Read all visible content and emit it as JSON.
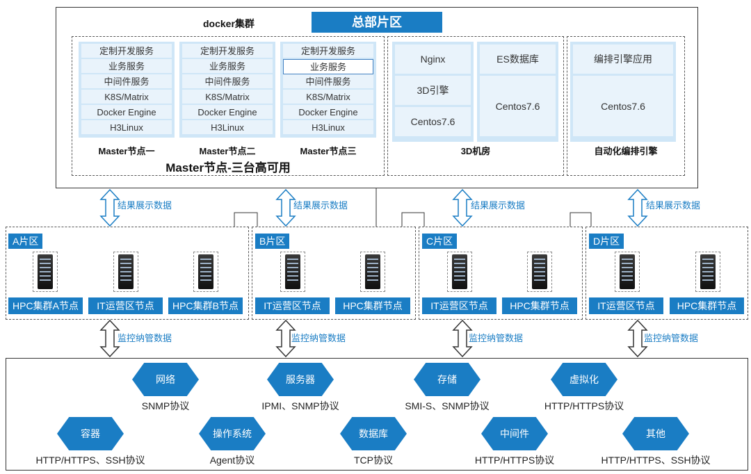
{
  "hq": {
    "title": "总部片区",
    "docker_label": "docker集群",
    "masters": [
      {
        "name": "Master节点一",
        "stack": [
          "定制开发服务",
          "业务服务",
          "中间件服务",
          "K8S/Matrix",
          "Docker Engine",
          "H3Linux"
        ]
      },
      {
        "name": "Master节点二",
        "stack": [
          "定制开发服务",
          "业务服务",
          "中间件服务",
          "K8S/Matrix",
          "Docker Engine",
          "H3Linux"
        ]
      },
      {
        "name": "Master节点三",
        "stack": [
          "定制开发服务",
          "业务服务",
          "中间件服务",
          "K8S/Matrix",
          "Docker Engine",
          "H3Linux"
        ]
      }
    ],
    "master_group_label": "Master节点-三台高可用",
    "room3d": {
      "left": [
        "Nginx",
        "3D引擎",
        "Centos7.6"
      ],
      "right_top": "ES数据库",
      "right_bottom": "Centos7.6",
      "label": "3D机房"
    },
    "orchestration": {
      "top": "编排引擎应用",
      "bottom": "Centos7.6",
      "label": "自动化编排引擎"
    }
  },
  "flow": {
    "result_label": "结果展示数据",
    "monitor_label": "监控纳管数据"
  },
  "zones": [
    {
      "tag": "A片区",
      "nodes": [
        "HPC集群A节点",
        "IT运营区节点",
        "HPC集群B节点"
      ]
    },
    {
      "tag": "B片区",
      "nodes": [
        "IT运营区节点",
        "HPC集群节点"
      ]
    },
    {
      "tag": "C片区",
      "nodes": [
        "IT运营区节点",
        "HPC集群节点"
      ]
    },
    {
      "tag": "D片区",
      "nodes": [
        "IT运营区节点",
        "HPC集群节点"
      ]
    }
  ],
  "resources": [
    {
      "name": "网络",
      "protocol": "SNMP协议"
    },
    {
      "name": "服务器",
      "protocol": "IPMI、SNMP协议"
    },
    {
      "name": "存储",
      "protocol": "SMI-S、SNMP协议"
    },
    {
      "name": "虚拟化",
      "protocol": "HTTP/HTTPS协议"
    },
    {
      "name": "容器",
      "protocol": "HTTP/HTTPS、SSH协议"
    },
    {
      "name": "操作系统",
      "protocol": "Agent协议"
    },
    {
      "name": "数据库",
      "protocol": "TCP协议"
    },
    {
      "name": "中间件",
      "protocol": "HTTP/HTTPS协议"
    },
    {
      "name": "其他",
      "protocol": "HTTP/HTTPS、SSH协议"
    }
  ],
  "colors": {
    "accent": "#1a7dc4",
    "stack_bg": "#cfe6f7",
    "cell_bg": "#e9f3fb"
  }
}
